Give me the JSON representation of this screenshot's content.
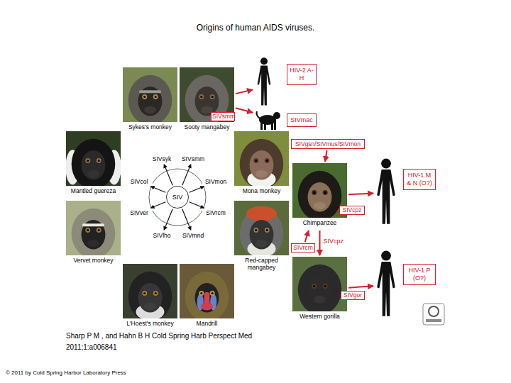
{
  "diagram": {
    "title": "Origins of human AIDS viruses.",
    "caption": "Sharp P M , and Hahn B H Cold Spring Harb Perspect Med 2011;1:a006841",
    "nodes": [
      {
        "text": [
          "Sykes's monkey"
        ]
      },
      {
        "text": [
          "Sooty mangabey"
        ]
      },
      {
        "text": [
          "SIVsmm"
        ],
        "in": 1
      },
      {
        "text": [
          "HIV-2 A-H"
        ]
      },
      {
        "text": [
          "SIVmac"
        ]
      },
      {
        "text": [
          "Mantled guereza"
        ]
      },
      {
        "text": [
          "SIV"
        ]
      },
      {
        "text": [
          "SIVsyk"
        ]
      },
      {
        "text": [
          "SIVsmm"
        ]
      },
      {
        "text": [
          "SIVmon"
        ]
      },
      {
        "text": [
          "SIVrcm"
        ]
      },
      {
        "text": [
          "SIVmnd"
        ]
      },
      {
        "text": [
          "SIVlho"
        ]
      },
      {
        "text": [
          "SIVver"
        ]
      },
      {
        "text": [
          "SIVcol"
        ]
      },
      {
        "text": [
          "Mona monkey"
        ]
      },
      {
        "text": [
          "SIVgsn/SIVmus/SIVmon"
        ]
      },
      {
        "text": [
          "Chimpanzee"
        ]
      },
      {
        "text": [
          "SIVcpz"
        ],
        "in": 17
      },
      {
        "text": [
          "HIV-1 M & N (O?)"
        ]
      },
      {
        "text": [
          "Vervet monkey"
        ]
      },
      {
        "text": [
          "Red-capped mangabey"
        ]
      },
      {
        "text": [
          "SIVrcm"
        ]
      },
      {
        "text": [
          "Western gorilla"
        ]
      },
      {
        "text": [
          "SIVgor"
        ],
        "in": 23
      },
      {
        "text": [
          "HIV-1 P (O?)"
        ]
      },
      {
        "text": [
          "L'Hoest's monkey"
        ]
      },
      {
        "text": [
          "Mandrill"
        ]
      }
    ],
    "edges": [
      {
        "from": 6,
        "to": 7,
        "arrow": "to"
      },
      {
        "from": 6,
        "to": 8,
        "arrow": "to"
      },
      {
        "from": 6,
        "to": 9,
        "arrow": "to"
      },
      {
        "from": 6,
        "to": 10,
        "arrow": "to"
      },
      {
        "from": 6,
        "to": 11,
        "arrow": "to"
      },
      {
        "from": 6,
        "to": 12,
        "arrow": "to"
      },
      {
        "from": 6,
        "to": 13,
        "arrow": "to"
      },
      {
        "from": 6,
        "to": 14,
        "arrow": "to"
      },
      {
        "from": 1,
        "to": 3,
        "arrow": "to"
      },
      {
        "from": 1,
        "to": 4,
        "arrow": "to"
      },
      {
        "from": 16,
        "to": 17,
        "arrow": "to"
      },
      {
        "from": 22,
        "to": 17,
        "arrow": "to"
      },
      {
        "from": 17,
        "to": 19,
        "arrow": "to"
      },
      {
        "from": 17,
        "to": 23,
        "label": "SIVcpz",
        "arrow": "to"
      },
      {
        "from": 23,
        "to": 25,
        "arrow": "to"
      }
    ],
    "labels": [
      "© 2011 by Cold Spring Harbor Laboratory Press"
    ]
  }
}
